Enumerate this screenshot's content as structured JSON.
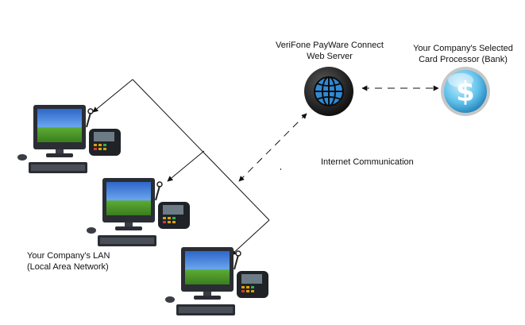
{
  "nodes": {
    "server": {
      "label_lines": [
        "VeriFone PayWare Connect",
        "Web Server"
      ],
      "icon": "globe-icon"
    },
    "processor": {
      "label_lines": [
        "Your Company's Selected",
        "Card Processor (Bank)"
      ],
      "icon": "dollar-icon"
    },
    "lan": {
      "label_lines": [
        "Your Company's LAN",
        "(Local Area Network)"
      ]
    },
    "internet": {
      "label": "Internet Communication"
    },
    "workstations": [
      {
        "icon": "computer-pos-terminal-icon"
      },
      {
        "icon": "computer-pos-terminal-icon"
      },
      {
        "icon": "computer-pos-terminal-icon"
      }
    ]
  },
  "colors": {
    "globe_blue": "#2f8ad6",
    "dollar_blue": "#5fc0ea",
    "screen_blue": "#2f66c9",
    "grass_green": "#4d9a2a",
    "line": "#111111"
  }
}
